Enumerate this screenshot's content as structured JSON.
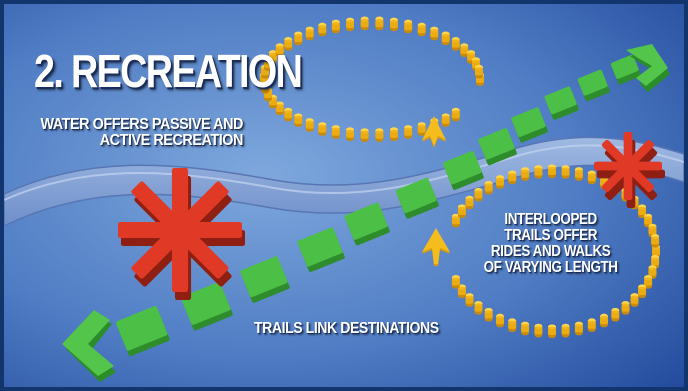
{
  "title": "2. RECREATION",
  "captions": {
    "water": [
      "WATER OFFERS PASSIVE AND",
      "ACTIVE RECREATION"
    ],
    "loops": [
      "INTERLOOPED",
      "TRAILS OFFER",
      "RIDES AND WALKS",
      "OF VARYING LENGTH"
    ],
    "trails": "TRAILS LINK DESTINATIONS"
  },
  "colors": {
    "background_light": "#6e9ad4",
    "background_dark": "#21489a",
    "water_band": "#87a5d6",
    "trail_tile": "#4cbf47",
    "loop_dot": "#f0b015",
    "destination_star": "#e03a27"
  },
  "icons": [
    "trail-tile",
    "loop-trail-dot",
    "direction-arrow",
    "destination-asterisk"
  ]
}
